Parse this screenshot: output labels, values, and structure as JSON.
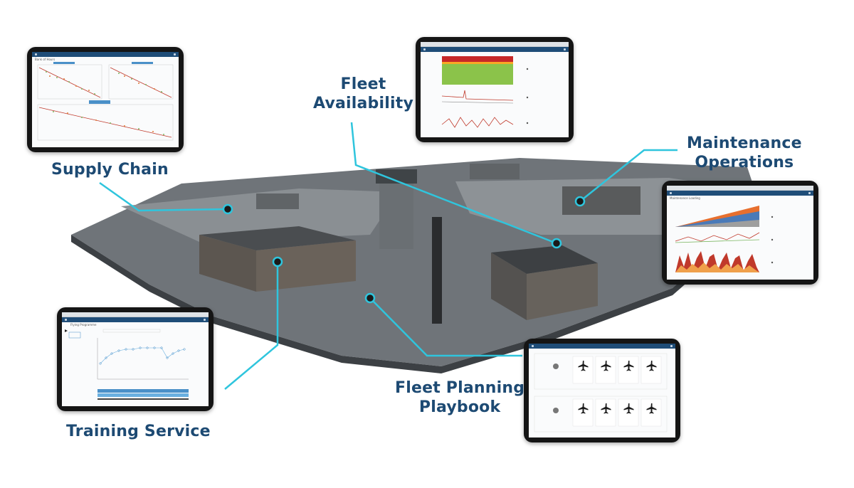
{
  "labels": {
    "supply_chain": "Supply Chain",
    "fleet_availability_line1": "Fleet",
    "fleet_availability_line2": "Availability",
    "maintenance_operations_line1": "Maintenance",
    "maintenance_operations_line2": "Operations",
    "training_service": "Training Service",
    "fleet_planning_playbook_line1": "Fleet Planning",
    "fleet_planning_playbook_line2": "Playbook"
  },
  "colors": {
    "label_text": "#1d4a73",
    "connector": "#2fc5dd",
    "app_header": "#1f4d78",
    "tablet_bezel": "#151515"
  },
  "tablets": {
    "supply_chain": {
      "title": "Bank of Hours"
    },
    "training_service": {
      "title": "Flying Programme"
    },
    "maintenance_operations": {
      "title": "Maintenance Loading"
    }
  }
}
